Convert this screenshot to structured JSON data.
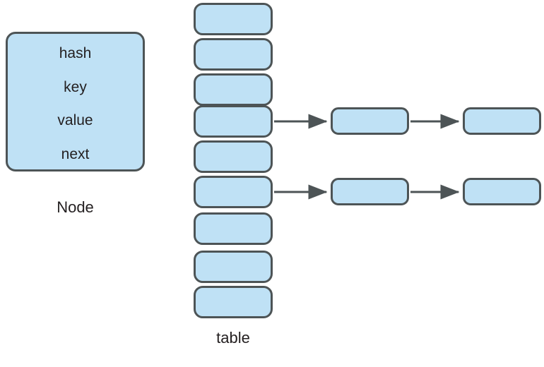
{
  "diagram": {
    "title": "HashMap table and Node structure diagram",
    "colors": {
      "box_fill": "#bfe1f5",
      "box_stroke": "#4d5456",
      "arrow": "#4d5456",
      "text": "#231f20",
      "background": "#ffffff"
    },
    "node_struct": {
      "caption": "Node",
      "fields": [
        {
          "label": "hash"
        },
        {
          "label": "key"
        },
        {
          "label": "value"
        },
        {
          "label": "next"
        }
      ]
    },
    "table": {
      "caption": "table",
      "cell_count": 9,
      "cells": [
        {
          "index": 0,
          "label": "",
          "has_chain": false
        },
        {
          "index": 1,
          "label": "",
          "has_chain": false
        },
        {
          "index": 2,
          "label": "",
          "has_chain": false
        },
        {
          "index": 3,
          "label": "",
          "has_chain": true
        },
        {
          "index": 4,
          "label": "",
          "has_chain": false
        },
        {
          "index": 5,
          "label": "",
          "has_chain": true
        },
        {
          "index": 6,
          "label": "",
          "has_chain": false
        },
        {
          "index": 7,
          "label": "",
          "has_chain": false
        },
        {
          "index": 8,
          "label": "",
          "has_chain": false
        }
      ]
    },
    "chains": [
      {
        "from_cell_index": 3,
        "nodes": [
          {
            "label": ""
          },
          {
            "label": ""
          }
        ]
      },
      {
        "from_cell_index": 5,
        "nodes": [
          {
            "label": ""
          },
          {
            "label": ""
          }
        ]
      }
    ]
  }
}
